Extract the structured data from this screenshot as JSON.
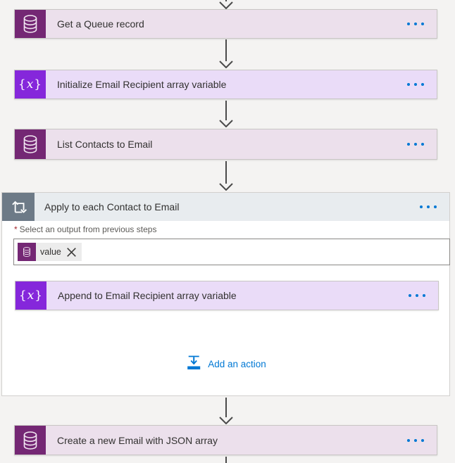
{
  "colors": {
    "dataverse_brand": "#742774",
    "dataverse_tint": "#ece0ec",
    "variables_brand": "#8527db",
    "variables_tint": "#eadcf8",
    "control_brand": "#6d7a87",
    "control_tint": "#e8ecef",
    "link_blue": "#0078d4",
    "arrow": "#4a4a4a",
    "canvas_bg": "#f4f3f2"
  },
  "icons": {
    "database": "database-cylinder",
    "variable": "fx-braces",
    "loop": "apply-to-each-loop",
    "more": "ellipsis-horizontal",
    "add_action": "insert-step-arrow",
    "remove": "close-x",
    "fx": {
      "open": "{",
      "x": "x",
      "close": "}"
    }
  },
  "steps": {
    "get_queue_record": {
      "title": "Get a Queue record"
    },
    "initialize_variable": {
      "title": "Initialize Email Recipient array variable"
    },
    "list_contacts": {
      "title": "List Contacts to Email"
    },
    "apply_to_each": {
      "title": "Apply to each Contact to Email",
      "required_marker": "*",
      "parameter_label": "Select an output from previous steps",
      "token_label": "value",
      "add_action_label": "Add an action"
    },
    "create_email": {
      "title": "Create a new Email with JSON array"
    }
  }
}
